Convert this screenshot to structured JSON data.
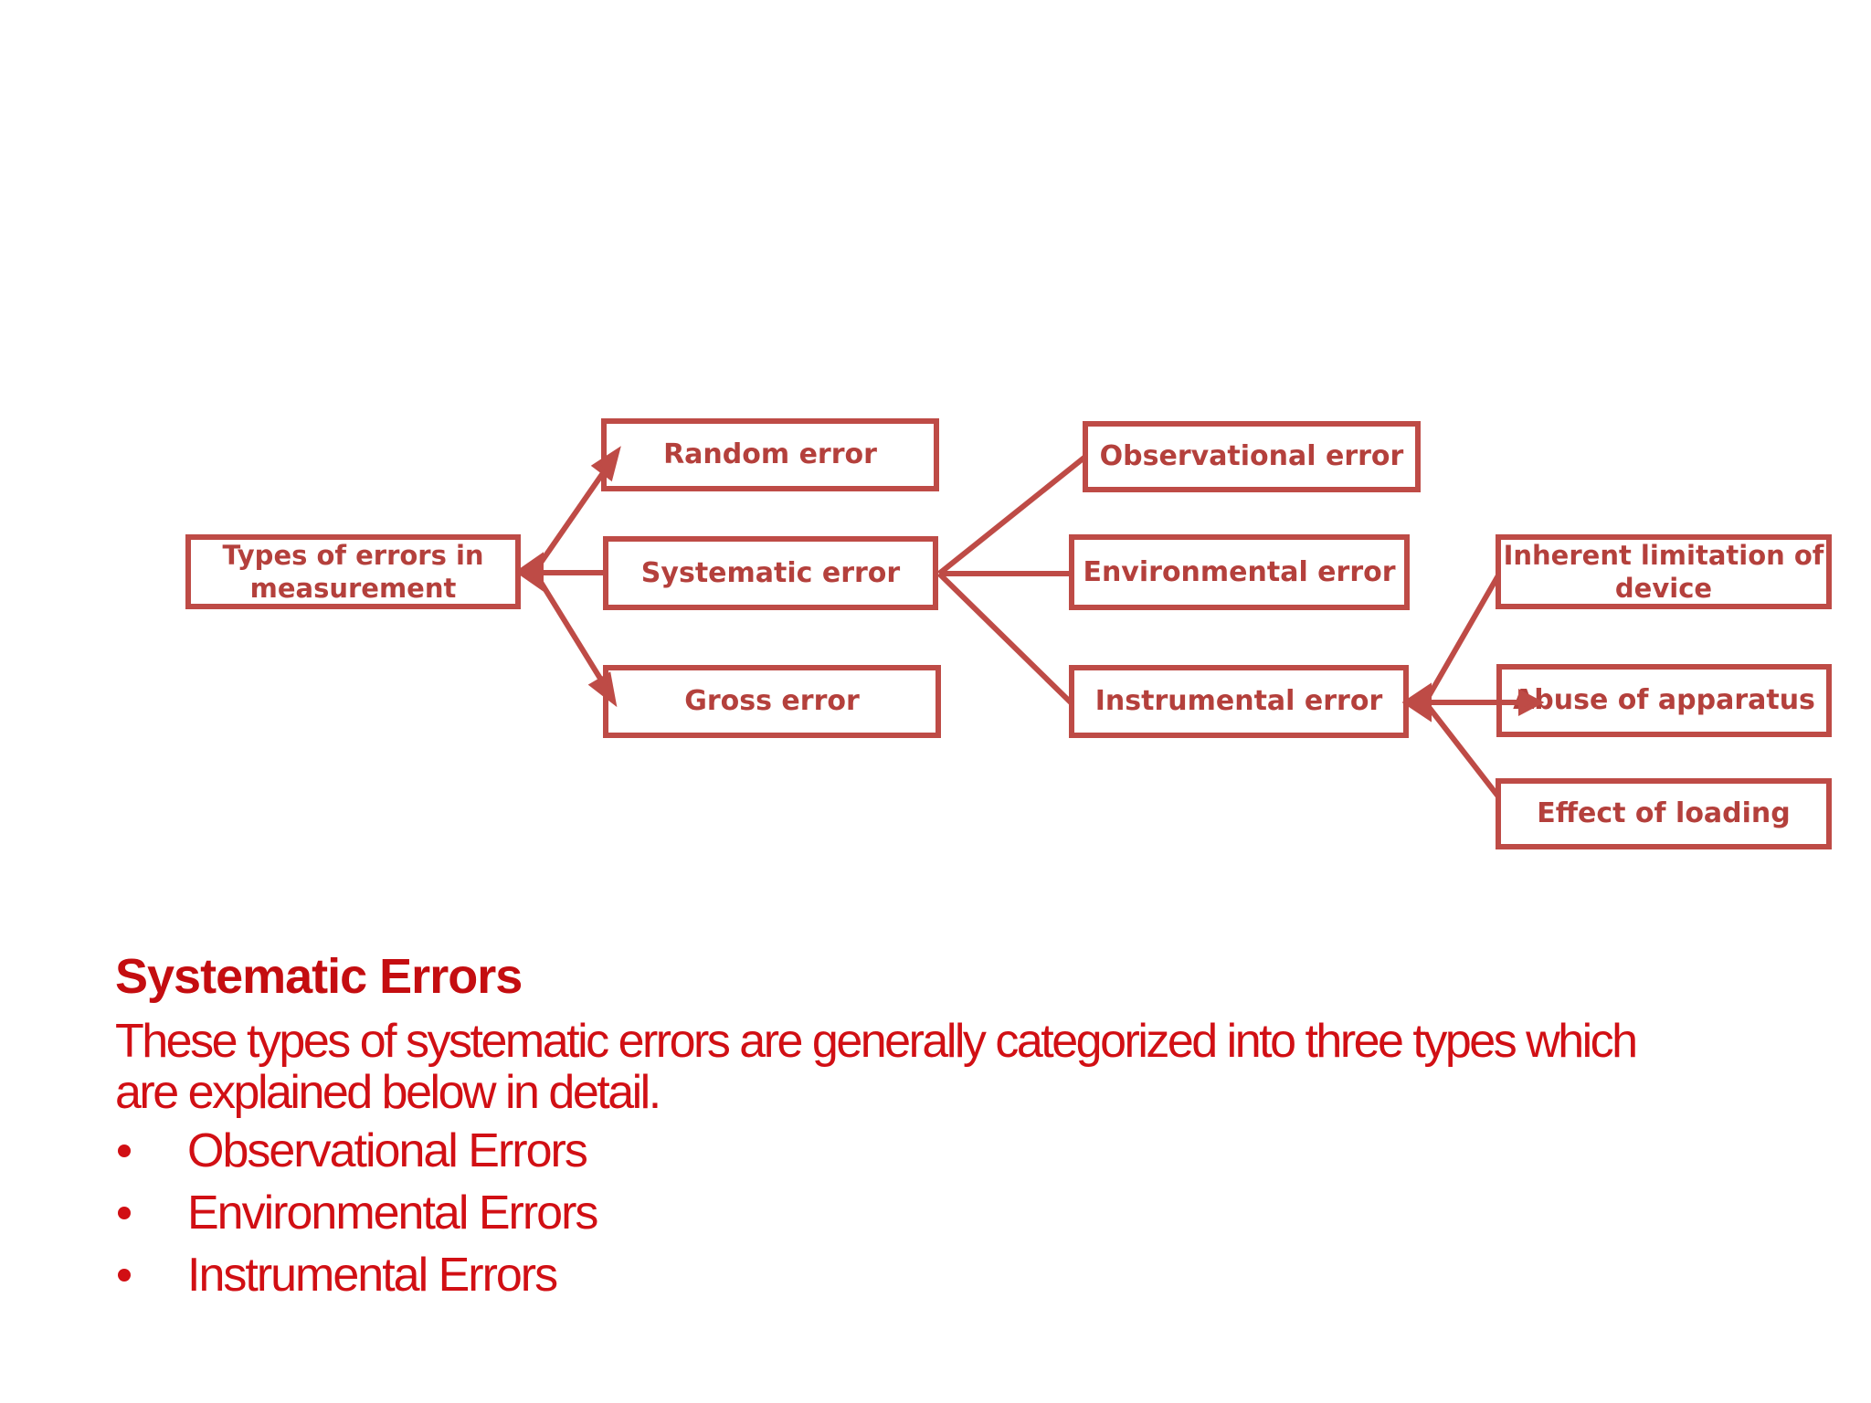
{
  "diagram": {
    "boxes": {
      "types": {
        "lines": [
          "Types of errors in",
          "measurement"
        ]
      },
      "random": {
        "lines": [
          "Random error"
        ]
      },
      "systematic": {
        "lines": [
          "Systematic error"
        ]
      },
      "gross": {
        "lines": [
          "Gross error"
        ]
      },
      "observational": {
        "lines": [
          "Observational error"
        ]
      },
      "environmental": {
        "lines": [
          "Environmental error"
        ]
      },
      "instrumental": {
        "lines": [
          "Instrumental error"
        ]
      },
      "inherent": {
        "lines": [
          "Inherent limitation of",
          "device"
        ]
      },
      "abuse": {
        "lines": [
          "Abuse of apparatus"
        ]
      },
      "effect": {
        "lines": [
          "Effect of loading"
        ]
      }
    },
    "connections": [
      {
        "from": "types",
        "to": "random"
      },
      {
        "from": "types",
        "to": "systematic"
      },
      {
        "from": "types",
        "to": "gross"
      },
      {
        "from": "systematic",
        "to": "observational"
      },
      {
        "from": "systematic",
        "to": "environmental"
      },
      {
        "from": "systematic",
        "to": "instrumental"
      },
      {
        "from": "instrumental",
        "to": "inherent"
      },
      {
        "from": "instrumental",
        "to": "abuse"
      },
      {
        "from": "instrumental",
        "to": "effect"
      }
    ],
    "colors": {
      "stroke": "#BE4B46",
      "box_text": "#B4403C"
    }
  },
  "text_section": {
    "heading": "Systematic Errors",
    "paragraph_lines": [
      "These types of systematic errors are generally categorized into three types which",
      "are explained below in detail."
    ],
    "bullets": [
      "Observational Errors",
      "Environmental Errors",
      "Instrumental Errors"
    ],
    "colors": {
      "heading": "#C40D10",
      "body": "#D10F14"
    }
  }
}
